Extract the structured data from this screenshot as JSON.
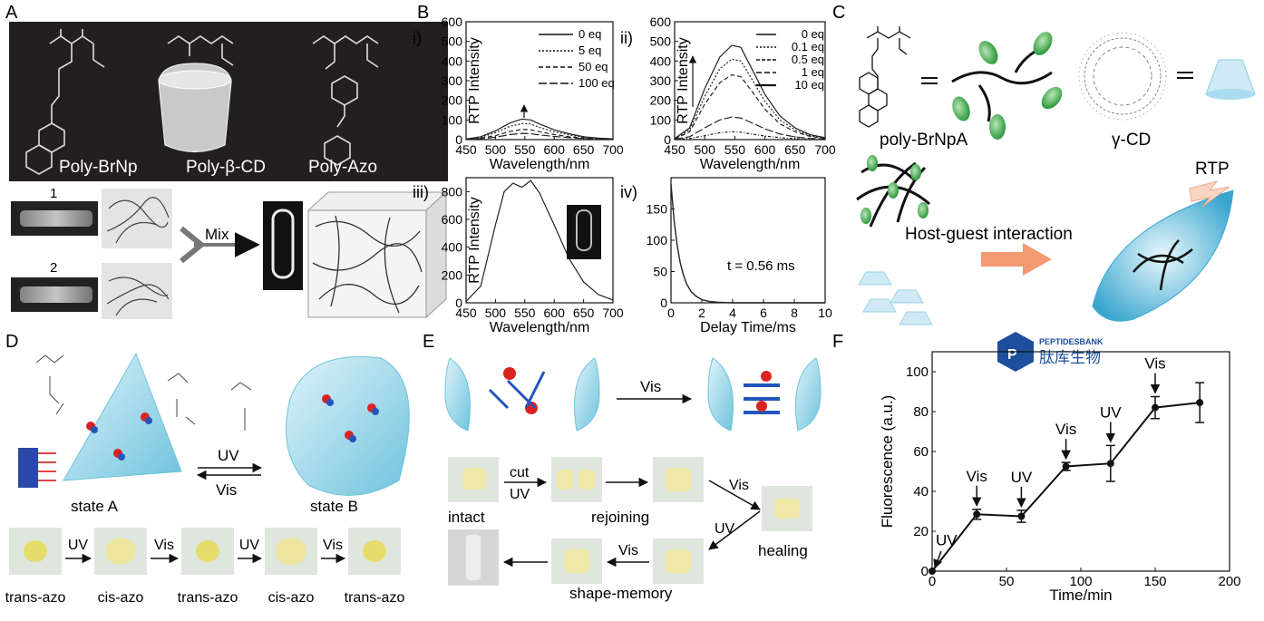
{
  "panels": {
    "a": "A",
    "b": "B",
    "c": "C",
    "d": "D",
    "e": "E",
    "f": "F"
  },
  "panel_a": {
    "labels": [
      "Poly-BrNp",
      "Poly-β-CD",
      "Poly-Azo"
    ],
    "vial1": "1",
    "vial2": "2",
    "mix": "Mix"
  },
  "panel_b": {
    "sub_i": "i)",
    "sub_ii": "ii)",
    "sub_iii": "iii)",
    "sub_iv": "iv)",
    "ylabel": "RTP Intensity",
    "xlabel_wl": "Wavelength/nm",
    "xlabel_delay": "Delay Time/ms",
    "lifetime": "t = 0.56 ms",
    "legend_i": [
      "0 eq",
      "5 eq",
      "50 eq",
      "100 eq"
    ],
    "legend_ii": [
      "0 eq",
      "0.1 eq",
      "0.5 eq",
      "1 eq",
      "10 eq"
    ]
  },
  "panel_c": {
    "poly": "poly-BrNpA",
    "cd": "γ-CD",
    "interaction": "Host-guest interaction",
    "rtp": "RTP"
  },
  "panel_d": {
    "state_a": "state A",
    "state_b": "state B",
    "uv": "UV",
    "vis": "Vis",
    "seq": [
      "trans-azo",
      "cis-azo",
      "trans-azo",
      "cis-azo",
      "trans-azo"
    ],
    "seq_arrows": [
      "UV",
      "Vis",
      "UV",
      "Vis"
    ]
  },
  "panel_e": {
    "vis": "Vis",
    "cut": "cut",
    "uv": "UV",
    "intact": "intact",
    "rejoining": "rejoining",
    "healing": "healing",
    "shape_memory": "shape-memory"
  },
  "logo": {
    "brand": "PEPTIDESBANK",
    "cn": "肽库生物"
  },
  "colors": {
    "cyan": "#6fc3dd",
    "green": "#3fae49",
    "arrow": "#f29a72",
    "dark": "#231f20"
  },
  "chart_data": [
    {
      "type": "line",
      "panel": "B i)",
      "xlabel": "Wavelength/nm",
      "ylabel": "RTP Intensity",
      "xlim": [
        450,
        700
      ],
      "ylim": [
        0,
        600
      ],
      "xticks": [
        450,
        500,
        550,
        600,
        650,
        700
      ],
      "yticks": [
        0,
        100,
        200,
        300,
        400,
        500,
        600
      ],
      "x": [
        450,
        475,
        500,
        525,
        545,
        560,
        575,
        600,
        625,
        650,
        675,
        700
      ],
      "series": [
        {
          "name": "0 eq",
          "values": [
            3,
            15,
            45,
            85,
            105,
            100,
            80,
            50,
            30,
            15,
            8,
            4
          ]
        },
        {
          "name": "5 eq",
          "values": [
            3,
            12,
            35,
            68,
            82,
            80,
            62,
            40,
            24,
            12,
            6,
            3
          ]
        },
        {
          "name": "50 eq",
          "values": [
            2,
            8,
            20,
            42,
            52,
            50,
            40,
            26,
            15,
            8,
            4,
            2
          ]
        },
        {
          "name": "100 eq",
          "values": [
            2,
            5,
            12,
            26,
            32,
            30,
            24,
            16,
            10,
            5,
            3,
            2
          ]
        }
      ]
    },
    {
      "type": "line",
      "panel": "B ii)",
      "xlabel": "Wavelength/nm",
      "ylabel": "RTP Intensity",
      "xlim": [
        450,
        700
      ],
      "ylim": [
        0,
        600
      ],
      "xticks": [
        450,
        500,
        550,
        600,
        650,
        700
      ],
      "yticks": [
        0,
        100,
        200,
        300,
        400,
        500,
        600
      ],
      "x": [
        450,
        475,
        500,
        525,
        545,
        560,
        575,
        600,
        625,
        650,
        675,
        700
      ],
      "series": [
        {
          "name": "0 eq",
          "values": [
            5,
            60,
            260,
            420,
            480,
            470,
            380,
            230,
            120,
            60,
            25,
            10
          ]
        },
        {
          "name": "0.1 eq",
          "values": [
            4,
            50,
            220,
            360,
            410,
            400,
            325,
            195,
            100,
            50,
            20,
            8
          ]
        },
        {
          "name": "0.5 eq",
          "values": [
            3,
            40,
            180,
            290,
            330,
            320,
            260,
            155,
            80,
            40,
            16,
            6
          ]
        },
        {
          "name": "1 eq",
          "values": [
            2,
            15,
            60,
            100,
            115,
            110,
            90,
            55,
            28,
            14,
            6,
            3
          ]
        },
        {
          "name": "10 eq",
          "values": [
            1,
            6,
            20,
            35,
            40,
            38,
            30,
            18,
            10,
            5,
            2,
            1
          ]
        }
      ]
    },
    {
      "type": "line",
      "panel": "B iii)",
      "xlabel": "Wavelength/nm",
      "ylabel": "RTP Intensity",
      "xlim": [
        450,
        700
      ],
      "ylim": [
        0,
        900
      ],
      "xticks": [
        450,
        500,
        550,
        600,
        650,
        700
      ],
      "yticks": [
        0,
        200,
        400,
        600,
        800
      ],
      "x": [
        450,
        475,
        500,
        515,
        530,
        545,
        560,
        575,
        600,
        625,
        650,
        675,
        700
      ],
      "series": [
        {
          "values": [
            10,
            120,
            560,
            800,
            860,
            830,
            880,
            790,
            560,
            320,
            150,
            60,
            20
          ]
        }
      ]
    },
    {
      "type": "line",
      "panel": "B iv)",
      "xlabel": "Delay Time/ms",
      "xlim": [
        0,
        10
      ],
      "ylim": [
        0,
        200
      ],
      "xticks": [
        0,
        2,
        4,
        6,
        8,
        10
      ],
      "yticks": [
        0,
        50,
        100,
        150
      ],
      "x": [
        0,
        0.2,
        0.4,
        0.6,
        0.8,
        1.0,
        1.3,
        1.6,
        2.0,
        2.5,
        3,
        4,
        6,
        8,
        10
      ],
      "series": [
        {
          "values": [
            190,
            132,
            92,
            64,
            45,
            31,
            18,
            11,
            5,
            2,
            1,
            0,
            0,
            0,
            0
          ]
        }
      ]
    },
    {
      "type": "line",
      "panel": "F",
      "xlabel": "Time/min",
      "ylabel": "Fluorescence (a.u.)",
      "xlim": [
        0,
        200
      ],
      "ylim": [
        0,
        110
      ],
      "xticks": [
        0,
        50,
        100,
        150,
        200
      ],
      "yticks": [
        0,
        20,
        40,
        60,
        80,
        100
      ],
      "x": [
        0,
        30,
        60,
        90,
        120,
        150,
        180
      ],
      "values": [
        0,
        28.5,
        27.5,
        52.5,
        54,
        82,
        84.5
      ],
      "errors": [
        0,
        2.5,
        3,
        2,
        9,
        5.5,
        10
      ],
      "annotations": [
        {
          "x": 0,
          "label": "UV"
        },
        {
          "x": 30,
          "label": "Vis"
        },
        {
          "x": 60,
          "label": "UV"
        },
        {
          "x": 90,
          "label": "Vis"
        },
        {
          "x": 120,
          "label": "UV"
        },
        {
          "x": 150,
          "label": "Vis"
        }
      ]
    }
  ]
}
